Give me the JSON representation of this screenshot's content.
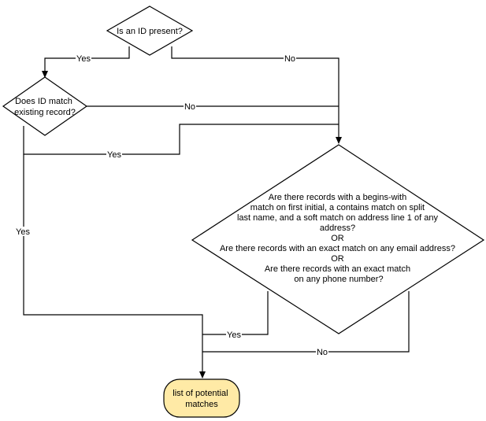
{
  "diagram": {
    "nodes": {
      "id_present": {
        "lines": [
          "Is an ID present?"
        ]
      },
      "id_match": {
        "lines": [
          "Does ID match",
          "existing record?"
        ]
      },
      "records_match": {
        "lines": [
          "Are there records with a begins-with",
          "match on first initial, a contains match on split",
          "last name, and a soft match on address line 1 of any",
          "address?",
          "OR",
          "Are there records with an exact match on any email address?",
          "OR",
          "Are there records with an exact match",
          "on any phone number?"
        ]
      },
      "potential_matches": {
        "lines": [
          "list of potential",
          "matches"
        ]
      }
    },
    "edge_labels": {
      "present_yes": "Yes",
      "present_no": "No",
      "match_no": "No",
      "match_yes_loop": "Yes",
      "match_yes_down": "Yes",
      "records_yes": "Yes",
      "records_no": "No"
    },
    "colors": {
      "terminal_fill": "#ffeaa6",
      "stroke": "#000000"
    }
  }
}
